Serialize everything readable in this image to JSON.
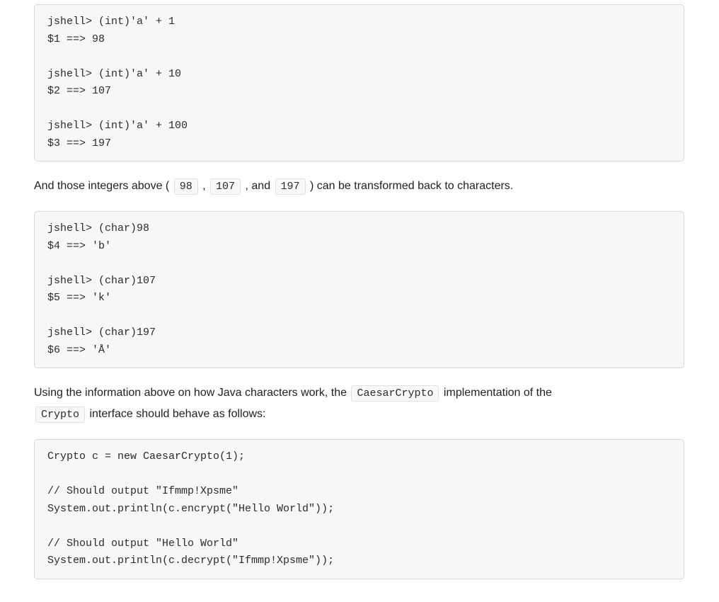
{
  "colors": {
    "page_bg": "#ffffff",
    "body_text": "#212121",
    "code_block_bg": "#f7f7f7",
    "code_block_border": "#d8d8d8",
    "code_text": "#2b2b2b",
    "inline_code_bg": "#f8f8f8",
    "inline_code_border": "#e1e1e1"
  },
  "code_blocks": {
    "int_cast": {
      "code": "jshell> (int)'a' + 1\n$1 ==> 98\n\njshell> (int)'a' + 10\n$2 ==> 107\n\njshell> (int)'a' + 100\n$3 ==> 197"
    },
    "char_cast": {
      "code": "jshell> (char)98\n$4 ==> 'b'\n\njshell> (char)107\n$5 ==> 'k'\n\njshell> (char)197\n$6 ==> 'Å'"
    },
    "caesar_usage": {
      "code": "Crypto c = new CaesarCrypto(1);\n\n// Should output \"Ifmmp!Xpsme\"\nSystem.out.println(c.encrypt(\"Hello World\"));\n\n// Should output \"Hello World\"\nSystem.out.println(c.decrypt(\"Ifmmp!Xpsme\"));"
    }
  },
  "paragraphs": {
    "integers_note": {
      "parts": [
        {
          "type": "text",
          "text": "And those integers above ( "
        },
        {
          "type": "code",
          "text": "98"
        },
        {
          "type": "text",
          "text": " , "
        },
        {
          "type": "code",
          "text": "107"
        },
        {
          "type": "text",
          "text": " , and "
        },
        {
          "type": "code",
          "text": "197"
        },
        {
          "type": "text",
          "text": " ) can be transformed back to characters."
        }
      ]
    },
    "crypto_intro": {
      "parts": [
        {
          "type": "text",
          "text": "Using the information above on how Java characters work, the "
        },
        {
          "type": "code",
          "text": "CaesarCrypto"
        },
        {
          "type": "text",
          "text": " implementation of the "
        },
        {
          "type": "code",
          "text": "Crypto"
        },
        {
          "type": "text",
          "text": " interface should behave as follows:"
        }
      ]
    }
  }
}
